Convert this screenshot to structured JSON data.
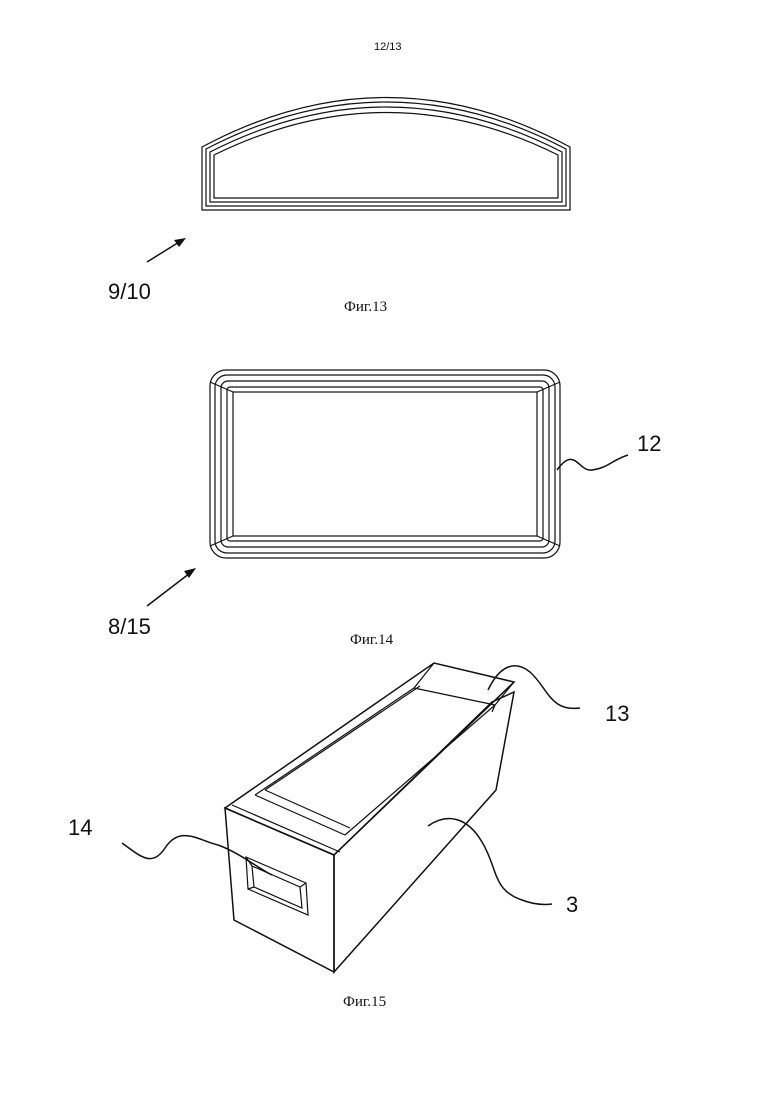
{
  "page_number": "12/13",
  "figures": [
    {
      "caption": "Фиг.13",
      "labels": [
        "9/10"
      ]
    },
    {
      "caption": "Фиг.14",
      "labels": [
        "12",
        "8/15"
      ]
    },
    {
      "caption": "Фиг.15",
      "labels": [
        "13",
        "14",
        "3"
      ]
    }
  ]
}
